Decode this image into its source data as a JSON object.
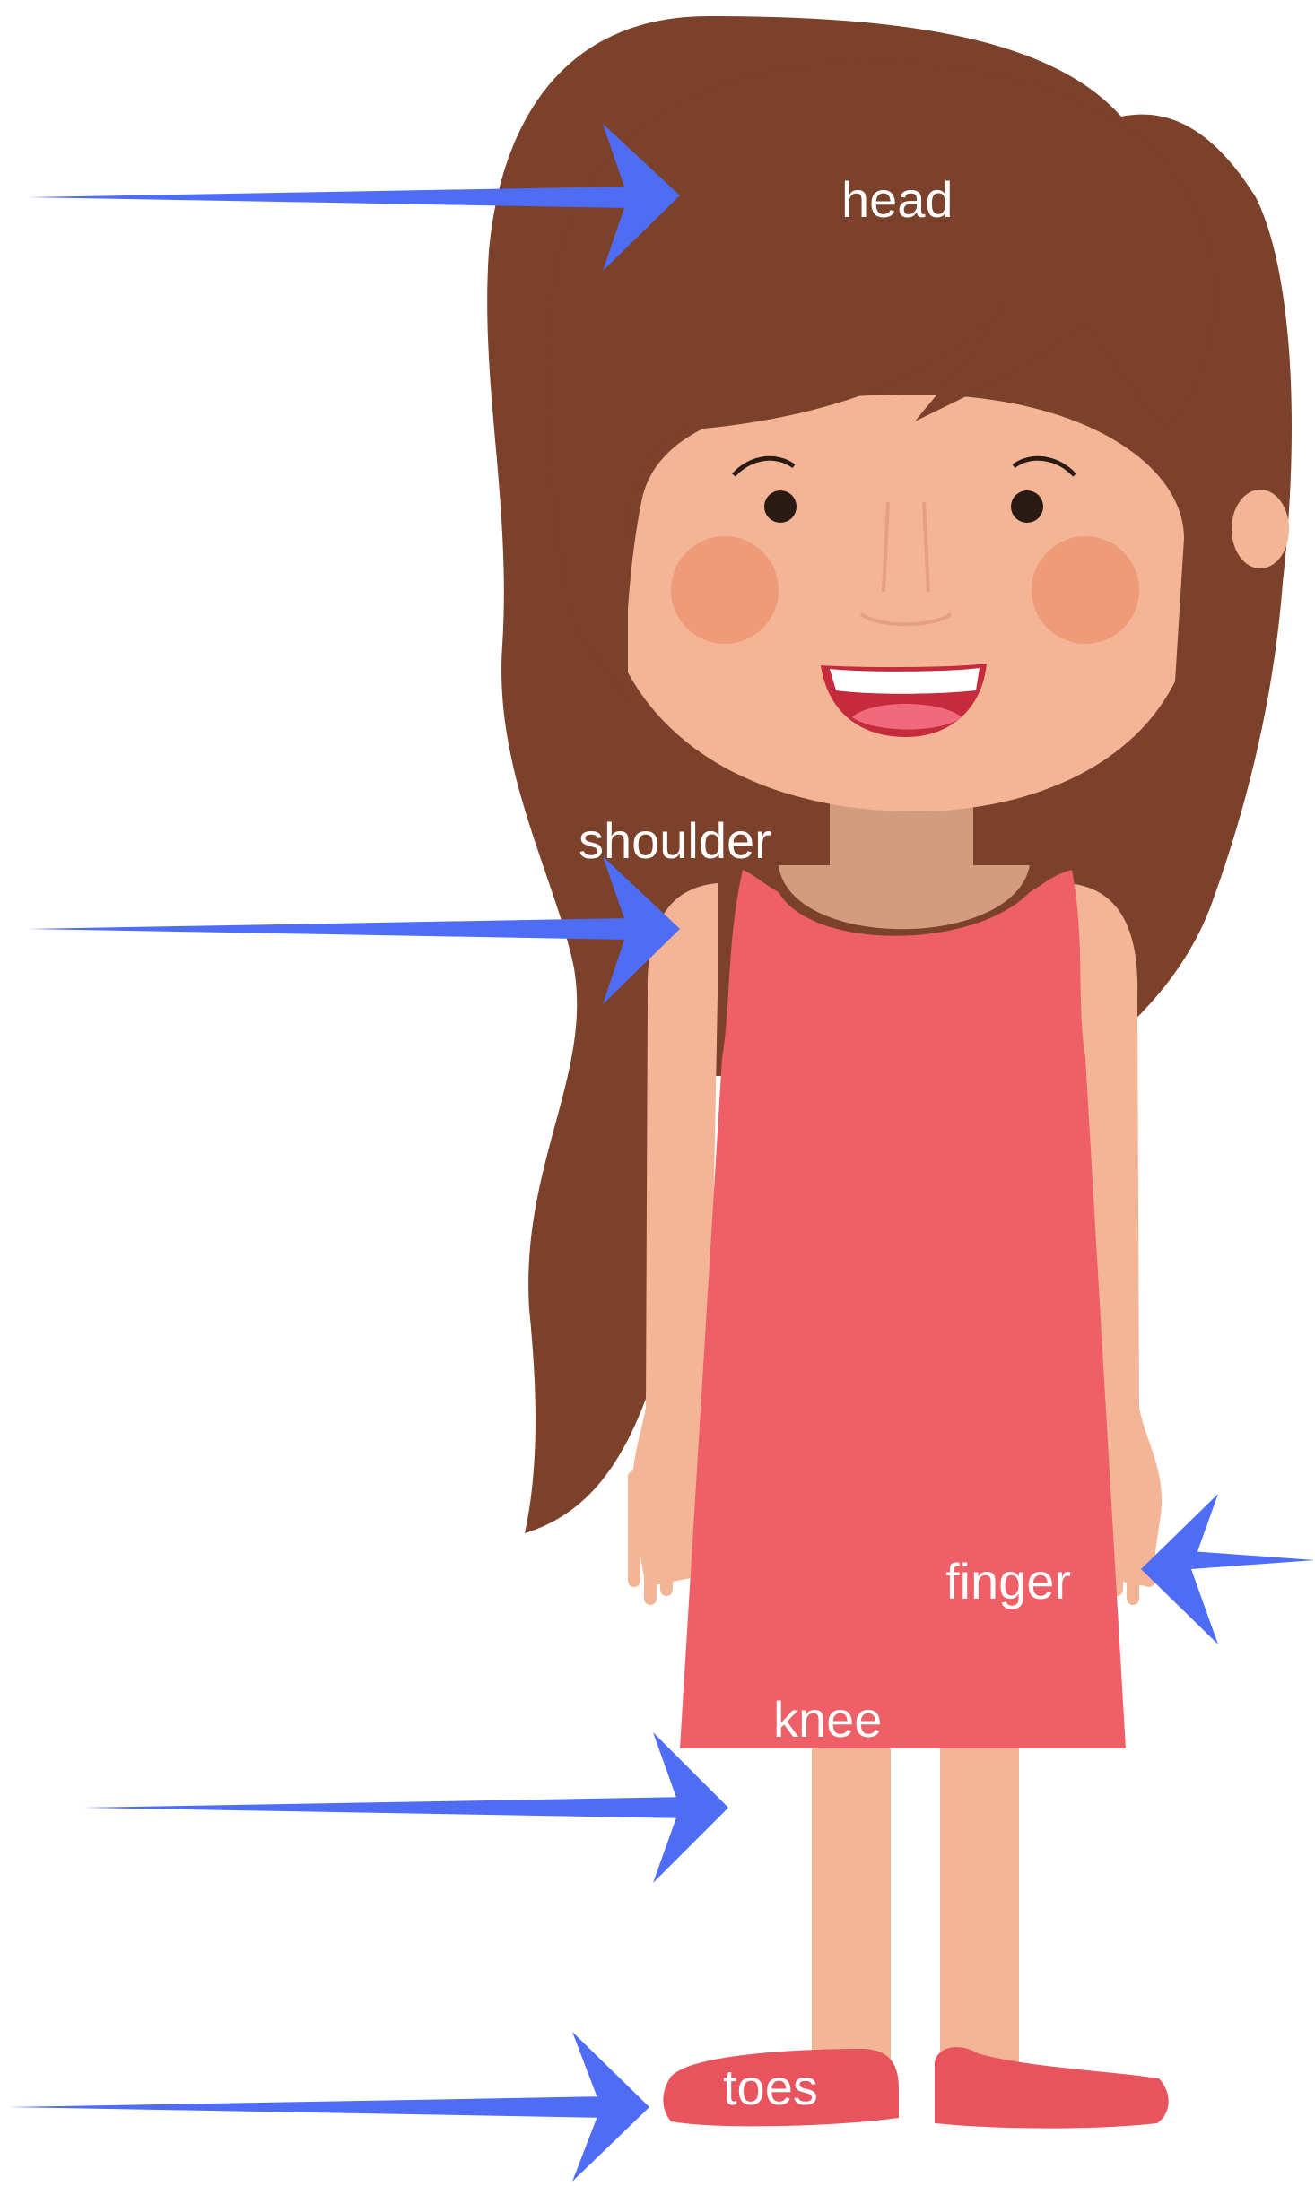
{
  "labels": {
    "head": "head",
    "shoulder": "shoulder",
    "finger": "finger",
    "knee": "knee",
    "toes": "toes"
  },
  "colors": {
    "arrow": "#4f6cf5",
    "hair": "#7b412b",
    "skin": "#f3b595",
    "neck": "#d49c7e",
    "cheek": "#ef9a78",
    "dress": "#ee5f67",
    "shoe": "#e8545e",
    "eye": "#2a1a14",
    "mouth": "#c52b3c",
    "tongue": "#f06a7c",
    "teeth": "#ffffff",
    "label_text": "#ffffff"
  }
}
